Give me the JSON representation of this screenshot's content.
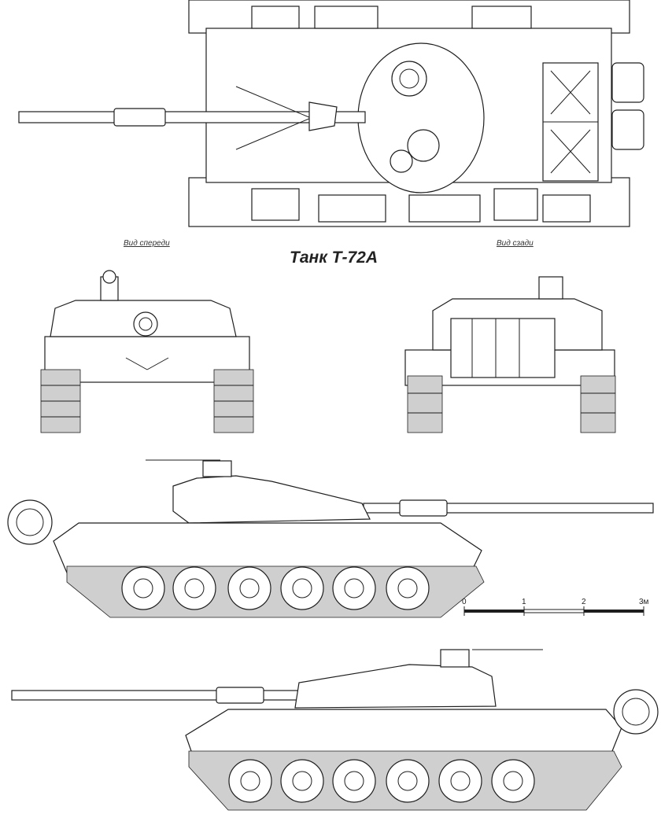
{
  "title": "Танк Т-72А",
  "view_labels": {
    "front": "Вид спереди",
    "rear": "Вид сзади"
  },
  "scale_bar": {
    "ticks": [
      "0",
      "1",
      "2",
      "3м"
    ]
  },
  "colors": {
    "ink": "#1e1e1e",
    "paper": "#ffffff"
  }
}
